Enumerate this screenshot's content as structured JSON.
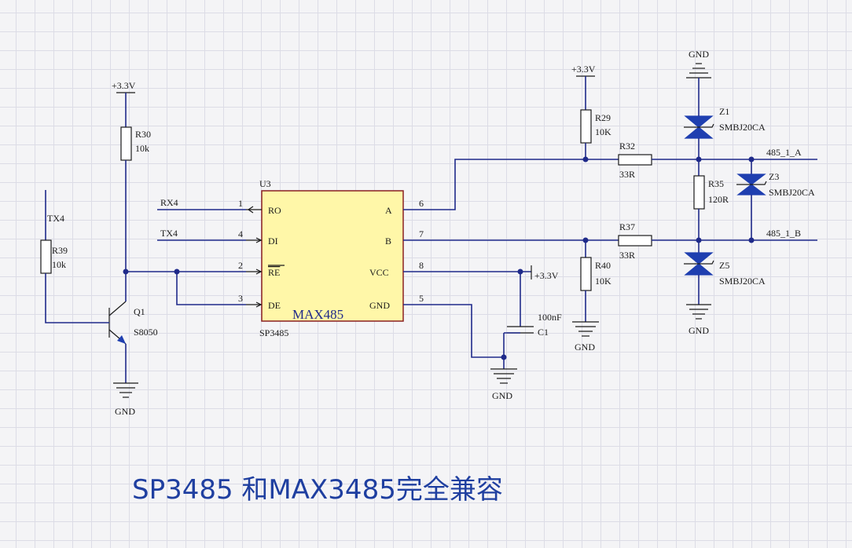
{
  "ic": {
    "designator": "U3",
    "name": "MAX485",
    "part": "SP3485",
    "pins": {
      "ro": {
        "num": "1",
        "name": "RO"
      },
      "di": {
        "num": "4",
        "name": "DI"
      },
      "re": {
        "num": "2",
        "name": "RE"
      },
      "de": {
        "num": "3",
        "name": "DE"
      },
      "a": {
        "num": "6",
        "name": "A"
      },
      "b": {
        "num": "7",
        "name": "B"
      },
      "vcc": {
        "num": "8",
        "name": "VCC"
      },
      "gnd": {
        "num": "5",
        "name": "GND"
      }
    }
  },
  "nets": {
    "rx": "RX4",
    "tx_di": "TX4",
    "tx_base": "TX4",
    "out_a": "485_1_A",
    "out_b": "485_1_B"
  },
  "power": {
    "q1_vcc": "+3.3V",
    "r29_vcc": "+3.3V",
    "ic_vcc": "+3.3V",
    "gnd_q1": "GND",
    "gnd_ic": "GND",
    "gnd_r40": "GND",
    "gnd_z1": "GND",
    "gnd_z5": "GND"
  },
  "components": {
    "r30": {
      "ref": "R30",
      "value": "10k"
    },
    "r39": {
      "ref": "R39",
      "value": "10k"
    },
    "q1": {
      "ref": "Q1",
      "value": "S8050"
    },
    "r29": {
      "ref": "R29",
      "value": "10K"
    },
    "r32": {
      "ref": "R32",
      "value": "33R"
    },
    "r37": {
      "ref": "R37",
      "value": "33R"
    },
    "r35": {
      "ref": "R35",
      "value": "120R"
    },
    "r40": {
      "ref": "R40",
      "value": "10K"
    },
    "c1": {
      "ref": "C1",
      "value": "100nF"
    },
    "z1": {
      "ref": "Z1",
      "value": "SMBJ20CA"
    },
    "z3": {
      "ref": "Z3",
      "value": "SMBJ20CA"
    },
    "z5": {
      "ref": "Z5",
      "value": "SMBJ20CA"
    }
  },
  "caption": "SP3485 和MAX3485完全兼容",
  "colors": {
    "wire": "#1f2a8a",
    "ic_fill": "#fff7a8",
    "ic_border": "#8a2020",
    "ic_name": "#1f2a8a",
    "tvs": "#1f3fb0",
    "caption": "#1f3fa0",
    "grid": "#dcdce6"
  }
}
